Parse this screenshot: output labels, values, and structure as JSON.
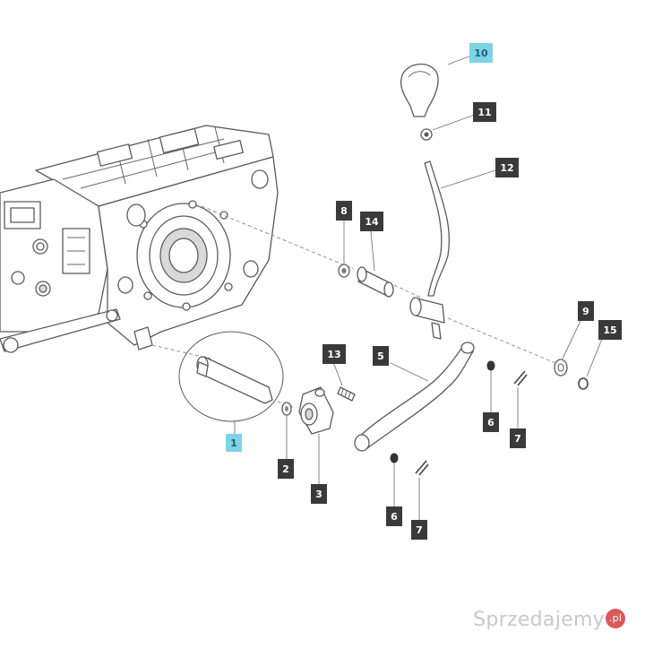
{
  "colors": {
    "callout_dark": "#3a3a3a",
    "callout_highlight": "#7fd3e6",
    "callout_text_dark": "#ffffff",
    "callout_text_highlight": "#1b5f70",
    "line": "#5a5a5a"
  },
  "callouts": [
    {
      "id": "1",
      "label": "1",
      "highlight": true
    },
    {
      "id": "2",
      "label": "2",
      "highlight": false
    },
    {
      "id": "3",
      "label": "3",
      "highlight": false
    },
    {
      "id": "5",
      "label": "5",
      "highlight": false
    },
    {
      "id": "6a",
      "label": "6",
      "highlight": false
    },
    {
      "id": "6b",
      "label": "6",
      "highlight": false
    },
    {
      "id": "7a",
      "label": "7",
      "highlight": false
    },
    {
      "id": "7b",
      "label": "7",
      "highlight": false
    },
    {
      "id": "8",
      "label": "8",
      "highlight": false
    },
    {
      "id": "9",
      "label": "9",
      "highlight": false
    },
    {
      "id": "10",
      "label": "10",
      "highlight": true
    },
    {
      "id": "11",
      "label": "11",
      "highlight": false
    },
    {
      "id": "12",
      "label": "12",
      "highlight": false
    },
    {
      "id": "13",
      "label": "13",
      "highlight": false
    },
    {
      "id": "14",
      "label": "14",
      "highlight": false
    },
    {
      "id": "15",
      "label": "15",
      "highlight": false
    }
  ],
  "watermark": {
    "brand": "Sprzedajemy",
    "tld": ".pl"
  }
}
